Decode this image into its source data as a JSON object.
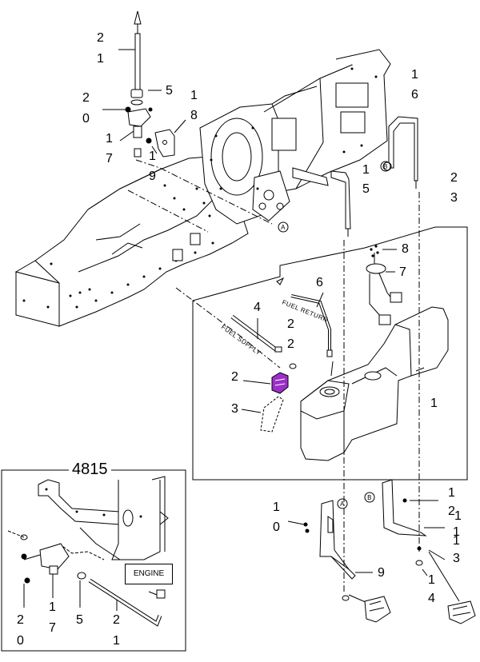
{
  "callouts": {
    "c1_1": "2",
    "c1_2": "1",
    "c2_1": "5",
    "c3_1": "2",
    "c3_2": "0",
    "c4_1": "1",
    "c4_2": "7",
    "c5_1": "1",
    "c5_2": "8",
    "c6_1": "1",
    "c6_2": "9",
    "c7_1": "1",
    "c7_2": "6",
    "c8_1": "1",
    "c9_1": "5",
    "c10_1": "2",
    "c10_2": "3",
    "c11_1": "8",
    "c12_1": "7",
    "c13_1": "6",
    "c14_1": "4",
    "c15_1": "2",
    "c16_1": "2",
    "c17_1": "2",
    "c18_1": "3",
    "c19_1": "1",
    "c20_1": "1",
    "c20_2": "0",
    "c21_1": "9",
    "c22_1": "1",
    "c23_1": "2",
    "c23_2": "1",
    "c24_1": "1",
    "c24_2": "1",
    "c25_1": "3",
    "c26_1": "1",
    "c26_2": "4",
    "c27_1": "2",
    "c27_2": "0",
    "c28_1": "1",
    "c28_2": "7",
    "c29_1": "5",
    "c30_1": "2",
    "c30_2": "1"
  },
  "inset": {
    "number": "4815",
    "engine_label": "ENGINE"
  },
  "hose_labels": {
    "fuel_return": "FUEL RETURN",
    "fuel_supply": "FUEL SUPPLY"
  },
  "ref_markers": {
    "a": "A",
    "b": "B"
  },
  "colors": {
    "highlight": "#9b30c8",
    "line": "#000000"
  }
}
